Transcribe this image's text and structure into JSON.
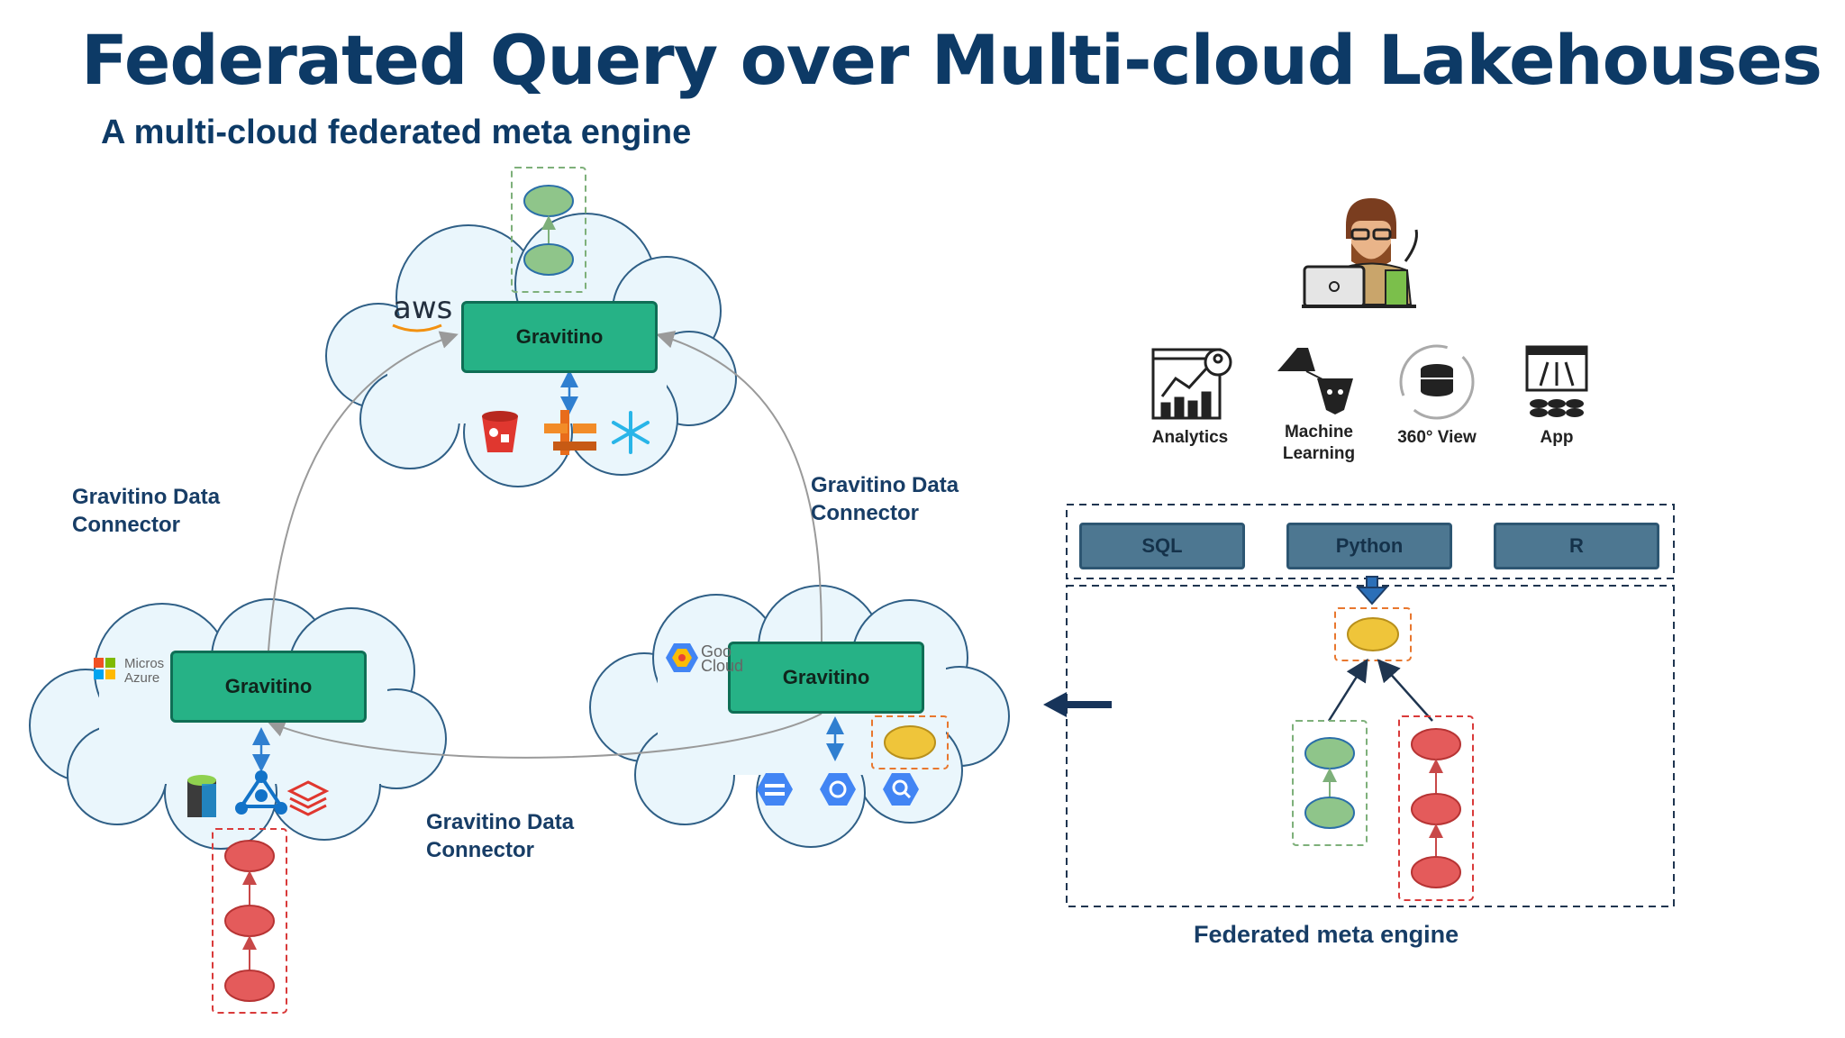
{
  "slide": {
    "title": "Federated Query over Multi-cloud Lakehouses",
    "subtitle": "A multi-cloud federated meta engine"
  },
  "clouds": {
    "aws": {
      "logo_text": "aws",
      "node_label": "Gravitino"
    },
    "azure": {
      "logo_text": "Micros\nAzure",
      "node_label": "Gravitino"
    },
    "gcp": {
      "logo_text": "Goo\nCloud",
      "node_label": "Gravitino"
    }
  },
  "connectors": {
    "left": "Gravitino Data\nConnector",
    "right": "Gravitino Data\nConnector",
    "bottom": "Gravitino Data\nConnector"
  },
  "tools": [
    {
      "icon": "analytics-icon",
      "label": "Analytics"
    },
    {
      "icon": "machine-learning-icon",
      "label": "Machine\nLearning"
    },
    {
      "icon": "360-view-icon",
      "label": "360° View"
    },
    {
      "icon": "app-icon",
      "label": "App"
    }
  ],
  "languages": [
    {
      "label": "SQL"
    },
    {
      "label": "Python"
    },
    {
      "label": "R"
    }
  ],
  "engine": {
    "label": "Federated meta engine"
  },
  "colors": {
    "title": "#0d3a66",
    "gravitino": "#26b286",
    "cloud_fill": "#eaf6fc",
    "cloud_stroke": "#2f5f86",
    "green_node": "#8fc58a",
    "red_node": "#e45b5b",
    "yellow_node": "#efc53a",
    "lang_button": "#4d7791"
  }
}
